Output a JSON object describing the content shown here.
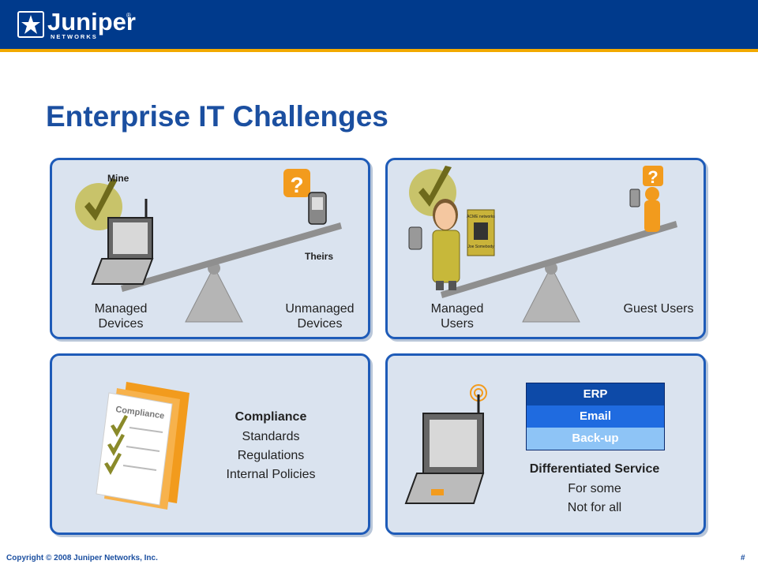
{
  "header": {
    "logo_text": "Juniper",
    "logo_sub": "NETWORKS",
    "logo_reg": "®"
  },
  "title": "Enterprise IT Challenges",
  "panels": {
    "devices": {
      "mine": "Mine",
      "theirs": "Theirs",
      "left_label": "Managed Devices",
      "right_label": "Unmanaged Devices",
      "question": "?"
    },
    "users": {
      "left_label": "Managed Users",
      "right_label": "Guest Users",
      "badge_org": "ACME networks",
      "badge_name": "Joe Somebody",
      "question": "?"
    },
    "compliance": {
      "doc_label": "Compliance",
      "heading": "Compliance",
      "lines": [
        "Standards",
        "Regulations",
        "Internal Policies"
      ]
    },
    "service": {
      "tiers": [
        {
          "label": "ERP",
          "color": "#0d4aa8"
        },
        {
          "label": "Email",
          "color": "#1f6be0"
        },
        {
          "label": "Back-up",
          "color": "#8ec4f6"
        }
      ],
      "heading": "Differentiated Service",
      "lines": [
        "For some",
        "Not for all"
      ]
    }
  },
  "footer": {
    "copyright": "Copyright © 2008 Juniper Networks, Inc.",
    "page": "#"
  }
}
